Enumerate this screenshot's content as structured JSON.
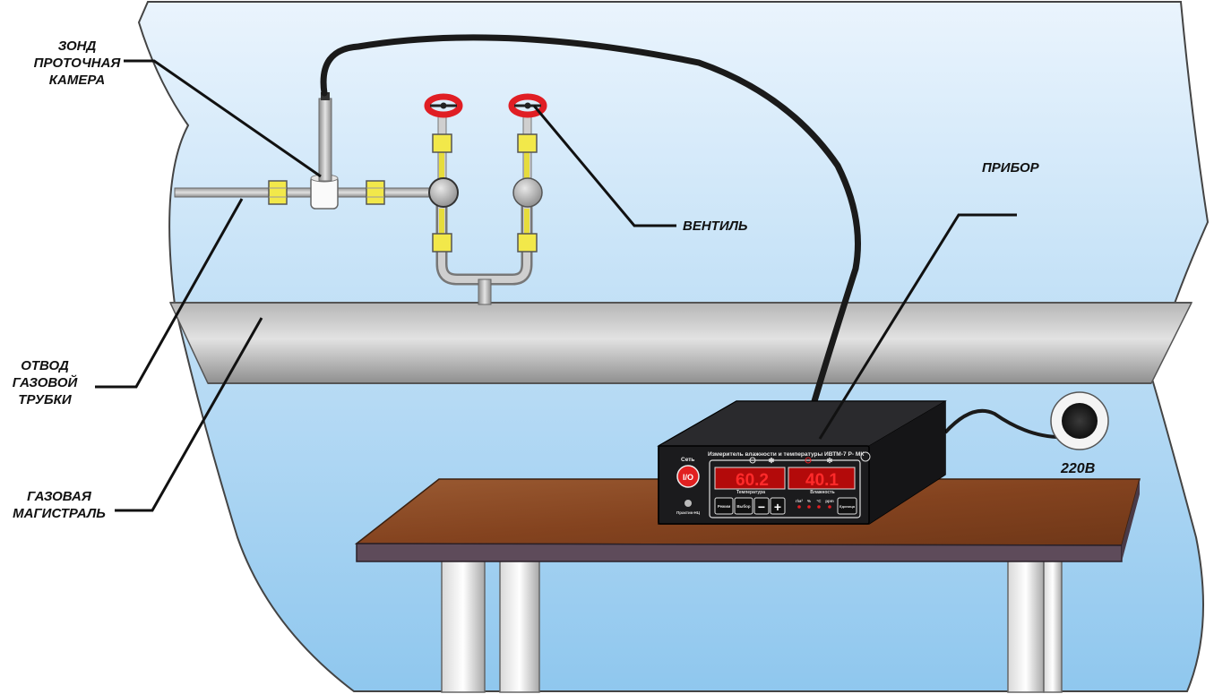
{
  "labels": {
    "probe": [
      "ЗОНД",
      "ПРОТОЧНАЯ",
      "КАМЕРА"
    ],
    "valve": "ВЕНТИЛЬ",
    "device": "ПРИБОР",
    "branch": [
      "ОТВОД",
      "ГАЗОВОЙ",
      "ТРУБКИ"
    ],
    "main": [
      "ГАЗОВАЯ",
      "МАГИСТРАЛЬ"
    ],
    "power": "220В"
  },
  "instrument": {
    "title": "Измеритель влажности и температуры ИВТМ-7 Р- МК",
    "power_label": "Сеть",
    "brand": "Практик-НЦ",
    "temp_value": "60.2",
    "humidity_value": "40.1",
    "temp_caption": "Температура",
    "humidity_caption": "Влажность",
    "unit_labels": [
      "г/м³",
      "%",
      "°С",
      "ppm"
    ],
    "buttons": {
      "mode": "Режим",
      "select": "Выбор",
      "minus": "−",
      "plus": "+",
      "units": "Единица"
    }
  },
  "colors": {
    "background_top": "#eaf4fd",
    "background_bottom": "#8fc7ee",
    "display_red": "#ff2a2a",
    "valve_red": "#e01e24",
    "fitting_yellow": "#f2e84a",
    "table_top": "#8a4a26",
    "device_body": "#1e1e20"
  }
}
